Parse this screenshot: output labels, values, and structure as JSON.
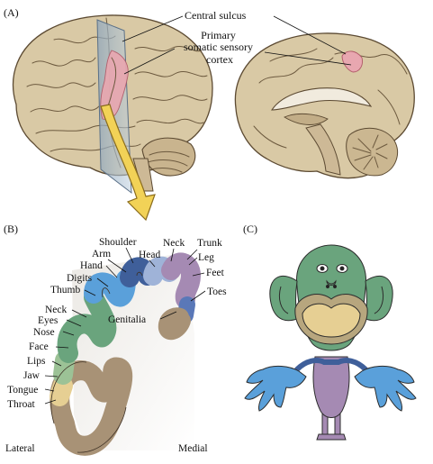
{
  "panels": {
    "a": "(A)",
    "b": "(B)",
    "c": "(C)"
  },
  "panel_a": {
    "central_sulcus": "Central sulcus",
    "primary_cortex": [
      "Primary",
      "somatic sensory",
      "cortex"
    ]
  },
  "panel_b": {
    "body_parts": [
      "Shoulder",
      "Neck",
      "Trunk",
      "Arm",
      "Head",
      "Leg",
      "Hand",
      "Feet",
      "Digits",
      "Toes",
      "Thumb",
      "Genitalia",
      "Neck",
      "Eyes",
      "Nose",
      "Face",
      "Lips",
      "Jaw",
      "Tongue",
      "Throat"
    ],
    "lateral": "Lateral",
    "medial": "Medial"
  },
  "colors": {
    "cortex_highlight": "#e8a7b0",
    "plane": "#9fb4c8",
    "arrow": "#f2d257",
    "face_green": "#6aa47d",
    "hand_blue": "#5aa0da",
    "arm_dark_blue": "#3f5f9a",
    "head_light_blue": "#9fb3d8",
    "trunk_purple": "#a58ab3",
    "throat_brown": "#a89276",
    "mouth_tan": "#e6cf93"
  },
  "icons": {
    "homunculus": "sensory-homunculus-figure"
  }
}
